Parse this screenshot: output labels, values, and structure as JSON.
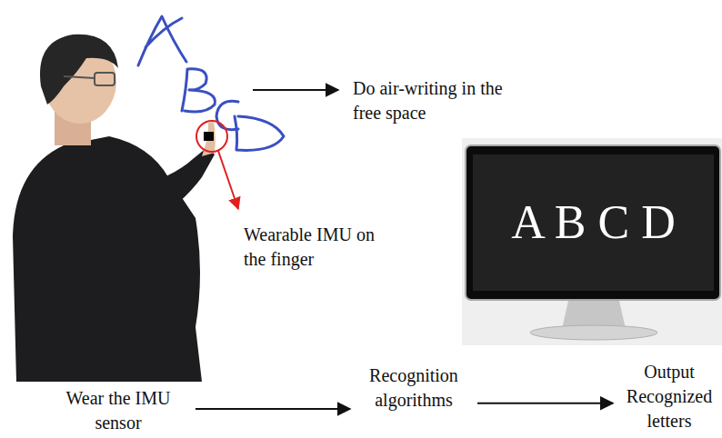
{
  "diagram": {
    "nodes": [
      {
        "text": [
          "Wear the IMU sensor"
        ]
      },
      {
        "text": [
          "Recognition algorithms"
        ]
      },
      {
        "text": [
          "Output Recognized letters"
        ]
      },
      {
        "text": [
          "A B C D"
        ]
      }
    ],
    "edges": [
      {
        "from": 0,
        "to": 1,
        "arrow": "to"
      },
      {
        "from": 1,
        "to": 2,
        "arrow": "to"
      }
    ],
    "labels": [
      "Do air-writing in the free space",
      "Wearable IMU on the finger"
    ]
  }
}
